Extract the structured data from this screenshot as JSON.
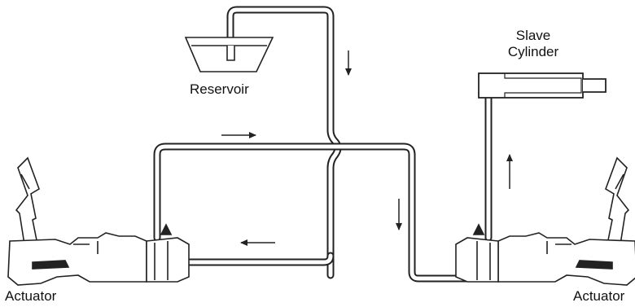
{
  "labels": {
    "reservoir": "Reservoir",
    "slave_line1": "Slave",
    "slave_line2": "Cylinder",
    "actuator_left": "Actuator",
    "actuator_right": "Actuator"
  },
  "icons": {
    "reservoir": "reservoir-icon",
    "slave_cylinder": "slave-cylinder-icon",
    "actuator_left": "actuator-pedal-icon",
    "actuator_right": "actuator-pedal-icon",
    "flow_arrows": [
      "arrow-down-icon",
      "arrow-right-icon",
      "arrow-left-icon",
      "arrow-down-icon",
      "arrow-up-icon"
    ]
  },
  "colors": {
    "line": "#222222",
    "background": "#ffffff"
  }
}
